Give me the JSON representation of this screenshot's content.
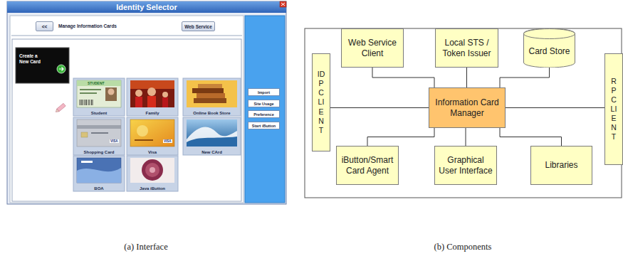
{
  "diagram": {
    "nodes": [
      {
        "text": [
          "Identity Selector"
        ]
      },
      {
        "text": [
          "<<"
        ],
        "in": 0
      },
      {
        "text": [
          "Web Service"
        ],
        "in": 0
      },
      {
        "text": [
          "Create a New Card"
        ],
        "in": 0
      },
      {
        "text": [
          "Student"
        ],
        "in": 0
      },
      {
        "text": [
          "Family"
        ],
        "in": 0
      },
      {
        "text": [
          "Online Book Store"
        ],
        "in": 0
      },
      {
        "text": [
          "Shopping Card"
        ],
        "in": 0
      },
      {
        "text": [
          "Visa"
        ],
        "in": 0
      },
      {
        "text": [
          "New CArd"
        ],
        "in": 0
      },
      {
        "text": [
          "BOA"
        ],
        "in": 0
      },
      {
        "text": [
          "Java iButton"
        ],
        "in": 0
      },
      {
        "text": [
          "Import"
        ],
        "in": 0
      },
      {
        "text": [
          "Site Usage"
        ],
        "in": 0
      },
      {
        "text": [
          "Preference"
        ],
        "in": 0
      },
      {
        "text": [
          "Start iButton"
        ],
        "in": 0
      },
      {
        "text": [
          "Web Service Client"
        ]
      },
      {
        "text": [
          "Local STS / Token Issuer"
        ]
      },
      {
        "text": [
          "Card Store"
        ]
      },
      {
        "text": [
          "IDP CLIENT"
        ]
      },
      {
        "text": [
          "Information Card Manager"
        ]
      },
      {
        "text": [
          "RP CLIENT"
        ]
      },
      {
        "text": [
          "iButton/Smart Card Agent"
        ]
      },
      {
        "text": [
          "Graphical User Interface"
        ]
      },
      {
        "text": [
          "Libraries"
        ]
      }
    ],
    "edges": [
      {
        "from": 20,
        "to": 16,
        "arrow": "none"
      },
      {
        "from": 20,
        "to": 17,
        "arrow": "none"
      },
      {
        "from": 20,
        "to": 18,
        "arrow": "none"
      },
      {
        "from": 20,
        "to": 19,
        "arrow": "none"
      },
      {
        "from": 20,
        "to": 21,
        "arrow": "none"
      },
      {
        "from": 20,
        "to": 22,
        "arrow": "none"
      },
      {
        "from": 20,
        "to": 23,
        "arrow": "none"
      },
      {
        "from": 20,
        "to": 24,
        "arrow": "none"
      }
    ],
    "labels": [
      "Manage Information Cards",
      "STUDENT",
      "VISA",
      "VISA",
      "(a) Interface",
      "(b) Components"
    ]
  }
}
